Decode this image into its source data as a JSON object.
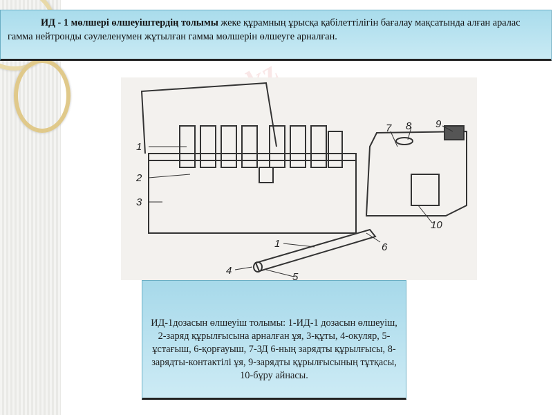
{
  "header": {
    "title_bold": "ИД - 1 мөлшері өлшеуіштердің толымы",
    "title_rest": " жеке құрамның ұрысқа қабілеттілігін бағалау мақсатында алған аралас гамма нейтронды сәулеленумен жұтылған гамма мөлшерін өлшеуге арналған."
  },
  "figure": {
    "labels": [
      "1",
      "2",
      "3",
      "7",
      "8",
      "9",
      "10",
      "1",
      "6",
      "4",
      "5"
    ]
  },
  "caption": {
    "text": "ИД-1дозасын өлшеуіш толымы: 1-ИД-1 дозасын өлшеуіш, 2-заряд құрылғысына арналған ұя,     3-құты, 4-окуляр, 5-ұстағыш, 6-қорғауыш, 7-ЗД 6-ның зарядты құрылғысы,                                8-зарядты-контактілі ұя, 9-зарядты құрылғысының тұтқасы, 10-бұру айнасы."
  },
  "watermark": "Stud.kz"
}
